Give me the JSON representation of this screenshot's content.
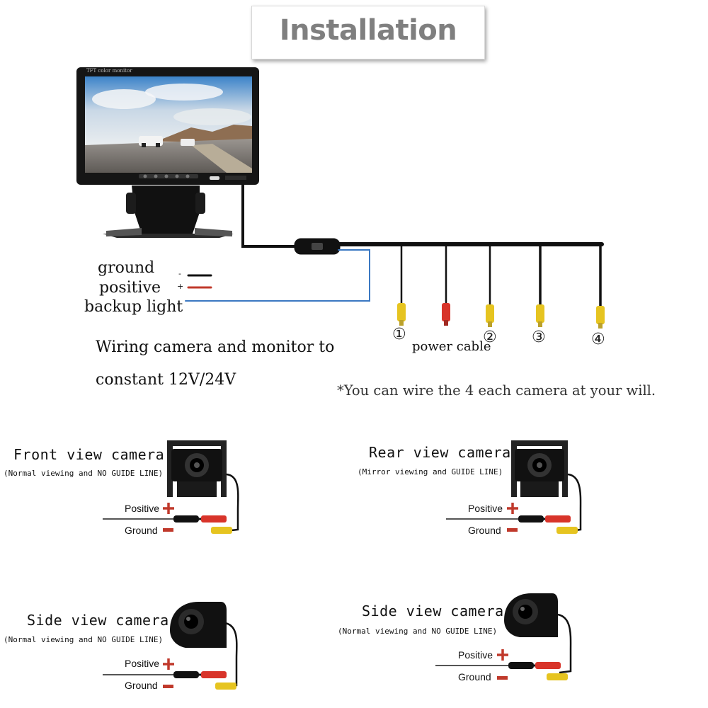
{
  "title": "Installation",
  "monitor": {
    "bezel_text": "TFT color monitor"
  },
  "wiring": {
    "ground_label": "ground",
    "ground_sign": "-",
    "positive_label": "positive",
    "positive_sign": "+",
    "backup_label": "backup light",
    "description_line1": "Wiring camera and monitor to",
    "description_line2": "constant 12V/24V",
    "power_cable_label": "power cable",
    "connector_numbers": [
      "①",
      "②",
      "③",
      "④"
    ],
    "note": "*You can wire the 4 each camera at your will."
  },
  "cameras": [
    {
      "title": "Front view camera",
      "subtitle": "(Normal viewing and NO GUIDE LINE)",
      "positive": "Positive",
      "ground": "Ground",
      "type": "box"
    },
    {
      "title": "Rear view camera",
      "subtitle": "(Mirror viewing  and GUIDE LINE)",
      "positive": "Positive",
      "ground": "Ground",
      "type": "box"
    },
    {
      "title": "Side view camera",
      "subtitle": "(Normal viewing and NO GUIDE LINE)",
      "positive": "Positive",
      "ground": "Ground",
      "type": "side"
    },
    {
      "title": "Side view camera",
      "subtitle": "(Normal viewing and NO GUIDE LINE)",
      "positive": "Positive",
      "ground": "Ground",
      "type": "side"
    }
  ],
  "colors": {
    "title": "#7f7f7f",
    "cable": "#111111",
    "positive_wire": "#c0392b",
    "backup_wire": "#3a78c2",
    "rca_yellow": "#e6c420",
    "rca_red": "#d8342a"
  }
}
